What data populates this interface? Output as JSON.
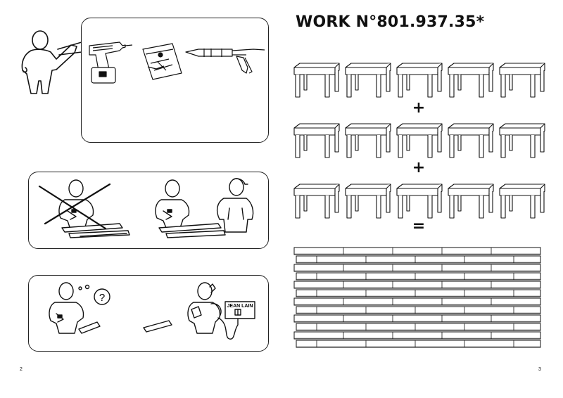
{
  "page": {
    "left_number": "2",
    "right_number": "3"
  },
  "header": {
    "title": "WORK N°801.937.35*"
  },
  "math": {
    "plus_1": "+",
    "plus_2": "+",
    "equals": "="
  },
  "panels": {
    "tools": {
      "icons": [
        "drill-icon",
        "hardware-bag-icon",
        "caulk-gun-icon"
      ]
    },
    "helper": {
      "icons": [
        "single-person-crossed-out",
        "two-people-ok"
      ]
    },
    "question": {
      "sign_text": "JEAN LAIN",
      "bubble_text": "?"
    }
  },
  "tables": {
    "rows": 3,
    "per_row": 5
  },
  "planks": {
    "rows": 12
  }
}
